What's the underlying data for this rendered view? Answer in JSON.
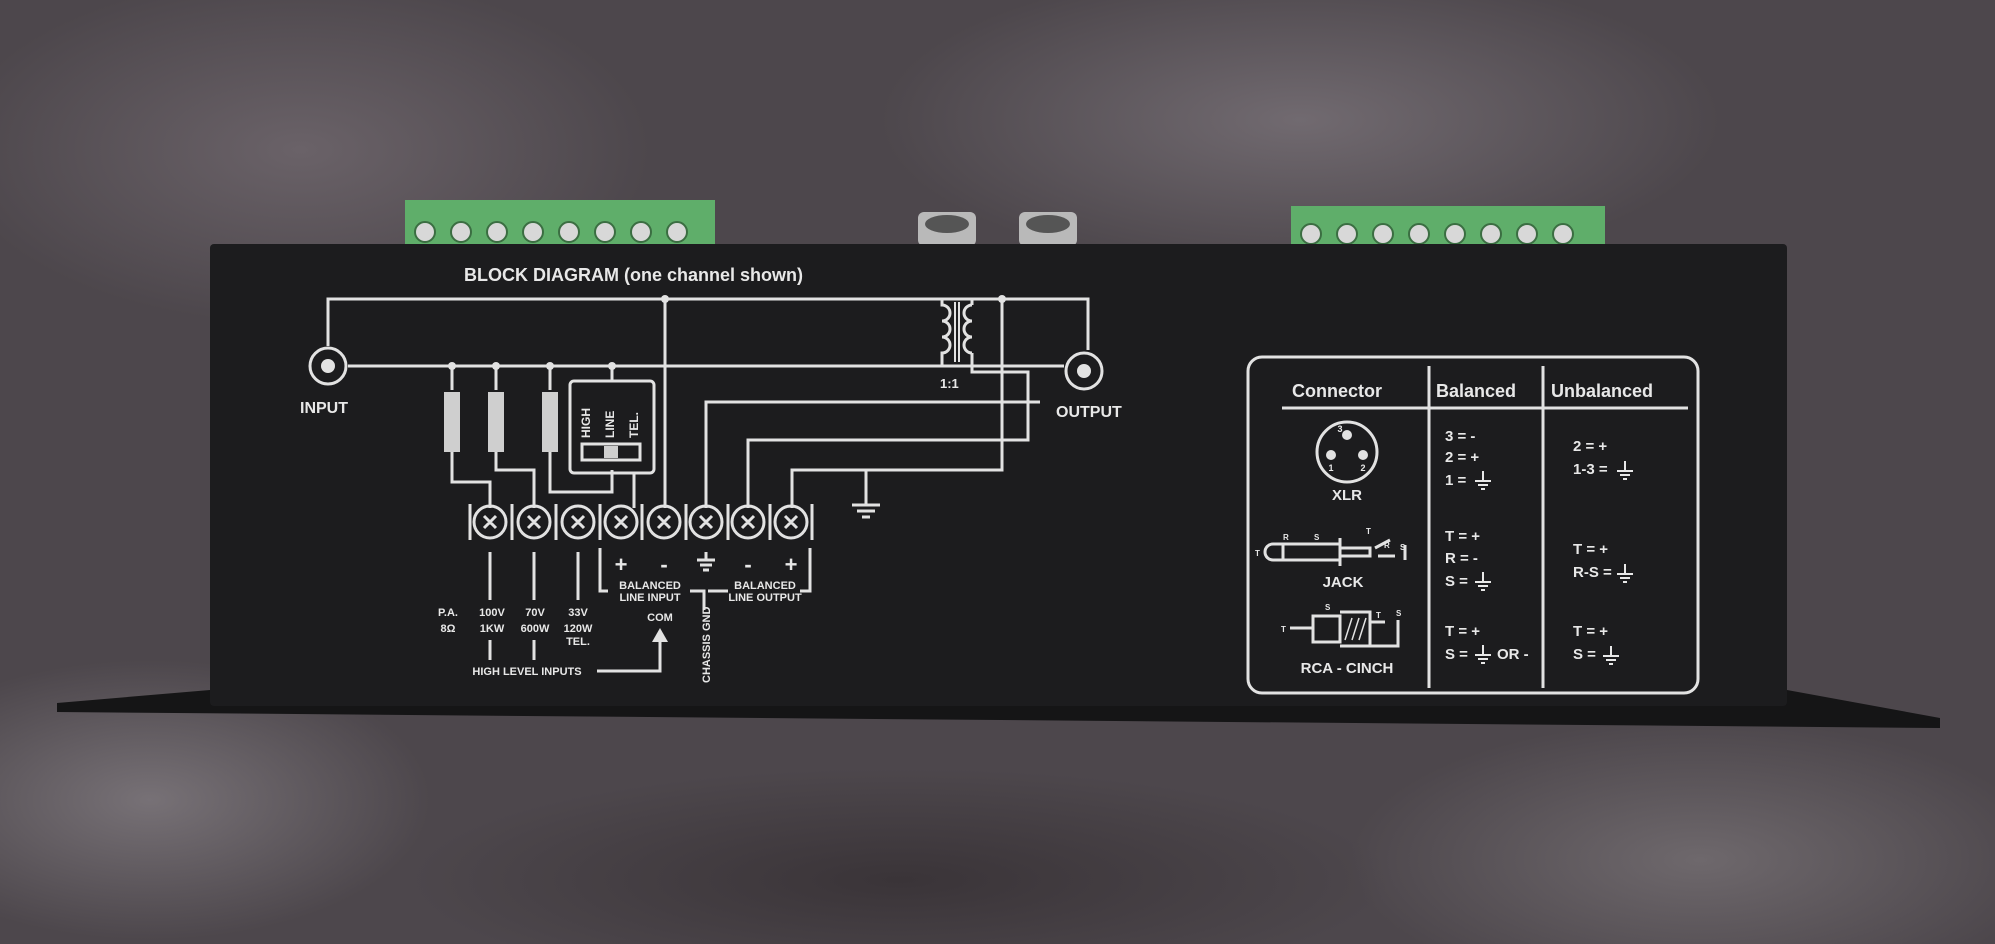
{
  "diagram": {
    "title": "BLOCK DIAGRAM (one channel shown)",
    "input_label": "INPUT",
    "output_label": "OUTPUT",
    "transformer_ratio": "1:1",
    "switch_positions": [
      "HIGH",
      "LINE",
      "TEL."
    ],
    "terminal_signs": [
      "+",
      "-",
      "-",
      "+"
    ],
    "balanced_line_input": [
      "BALANCED",
      "LINE INPUT"
    ],
    "balanced_line_output": [
      "BALANCED",
      "LINE OUTPUT"
    ],
    "chassis_gnd": "CHASSIS GND",
    "com": "COM",
    "pa": [
      "P.A.",
      "8Ω"
    ],
    "tap_100v": [
      "100V",
      "1KW"
    ],
    "tap_70v": [
      "70V",
      "600W"
    ],
    "tap_33v": [
      "33V",
      "120W",
      "TEL."
    ],
    "high_level_inputs": "HIGH LEVEL INPUTS"
  },
  "table": {
    "headers": [
      "Connector",
      "Balanced",
      "Unbalanced"
    ],
    "xlr": {
      "name": "XLR",
      "pins": [
        "3",
        "1",
        "2"
      ],
      "balanced": [
        "3 = -",
        "2 = +",
        "1 ="
      ],
      "unbalanced": [
        "2 = +",
        "1-3 ="
      ]
    },
    "jack": {
      "name": "JACK",
      "parts": [
        "T",
        "R",
        "S",
        "T",
        "R",
        "S"
      ],
      "balanced": [
        "T = +",
        "R = -",
        "S ="
      ],
      "unbalanced": [
        "T = +",
        "R-S ="
      ]
    },
    "rca": {
      "name": "RCA - CINCH",
      "parts": [
        "T",
        "S",
        "T",
        "S"
      ],
      "balanced": [
        "T = +",
        "S =",
        "OR -"
      ],
      "unbalanced": [
        "T = +",
        "S ="
      ]
    }
  },
  "colors": {
    "panel": "#1c1c1e",
    "terminal_green": "#5fae6a",
    "print": "#e8e8e8"
  }
}
